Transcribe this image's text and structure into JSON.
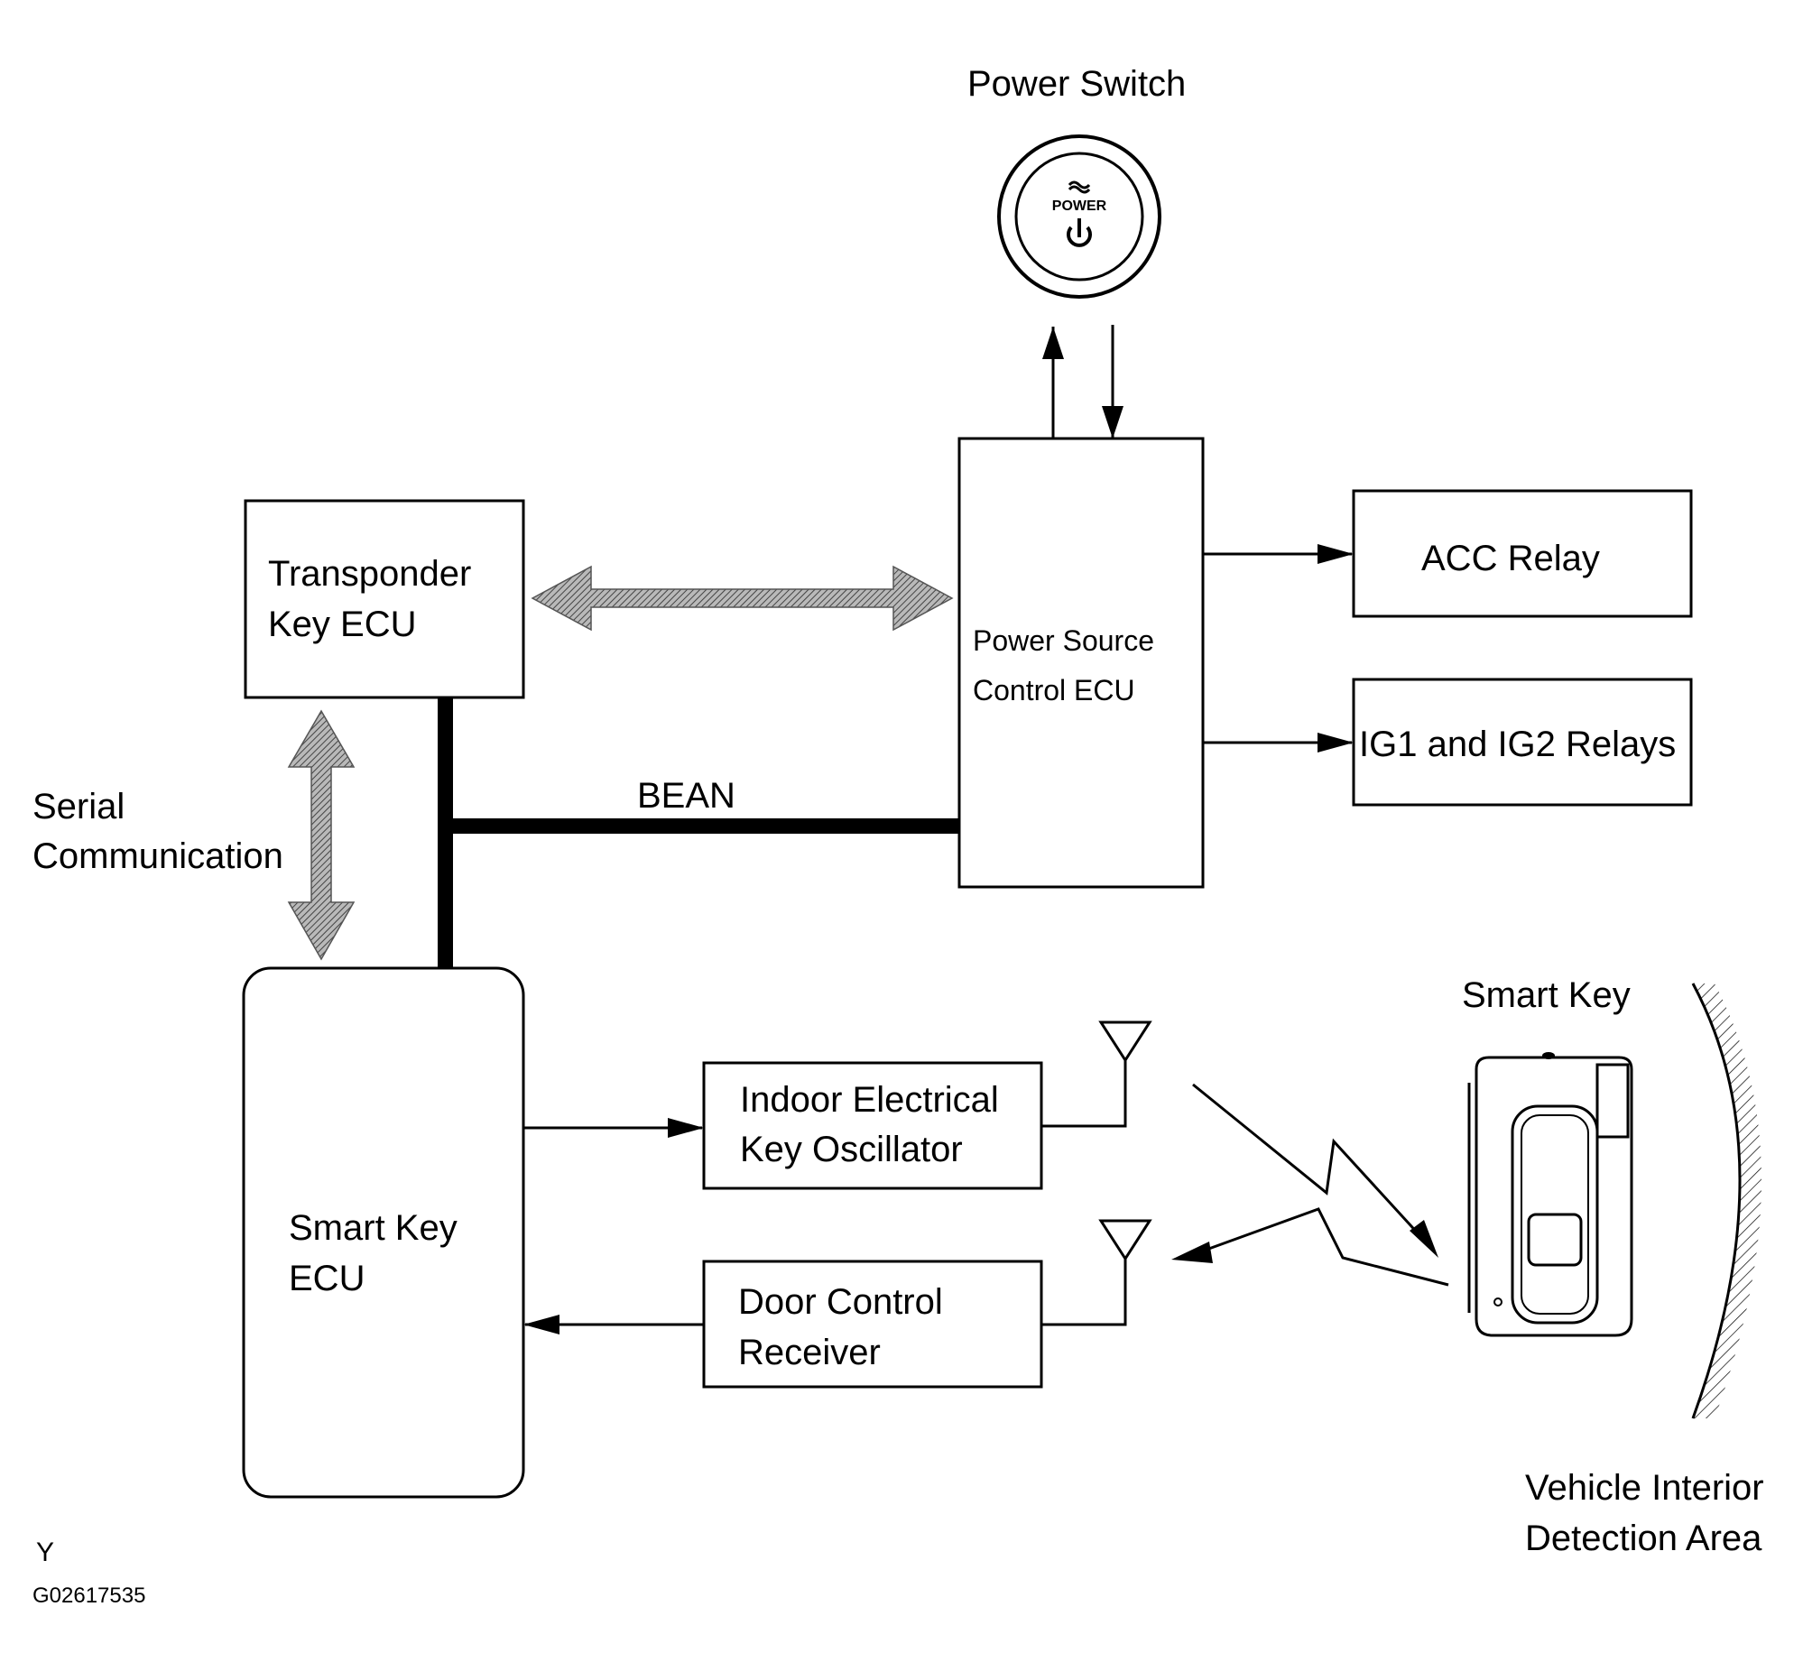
{
  "labels": {
    "power_switch": "Power Switch",
    "power_button_text": "POWER",
    "transponder_line1": "Transponder",
    "transponder_line2": "Key ECU",
    "power_source_line1": "Power Source",
    "power_source_line2": "Control ECU",
    "acc_relay": "ACC Relay",
    "ig_relays": "IG1 and IG2 Relays",
    "bean": "BEAN",
    "serial_line1": "Serial",
    "serial_line2": "Communication",
    "smart_key_ecu_line1": "Smart Key",
    "smart_key_ecu_line2": "ECU",
    "indoor_osc_line1": "Indoor Electrical",
    "indoor_osc_line2": "Key Oscillator",
    "door_recv_line1": "Door Control",
    "door_recv_line2": "Receiver",
    "smart_key": "Smart Key",
    "detection_line1": "Vehicle Interior",
    "detection_line2": "Detection Area",
    "corner_letter": "Y",
    "figure_id": "G02617535"
  },
  "icons": {
    "power_button": "power-symbol-icon",
    "antenna": "antenna-icon",
    "smart_key_fob": "key-fob-icon",
    "radio_signal": "lightning-bolt-icon"
  },
  "colors": {
    "line": "#000000",
    "hatched_arrow": "#8a8a8a",
    "background": "#ffffff"
  }
}
